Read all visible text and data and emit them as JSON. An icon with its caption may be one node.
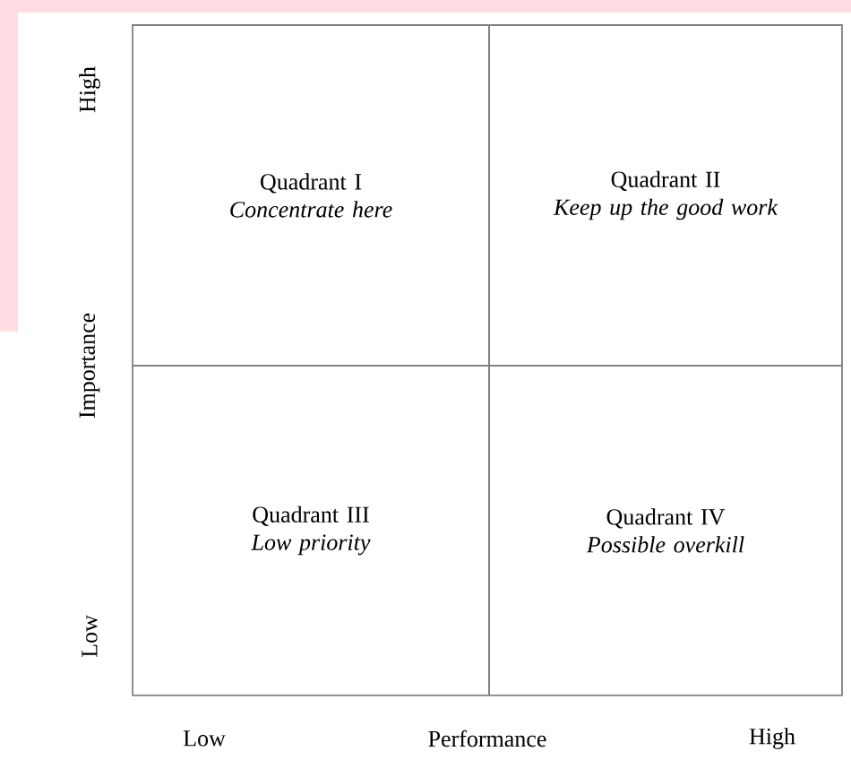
{
  "diagram": {
    "nodes": [
      {
        "text": [
          "Quadrant I",
          "Concentrate here"
        ]
      },
      {
        "text": [
          "Quadrant II",
          "Keep up the good work"
        ]
      },
      {
        "text": [
          "Quadrant III",
          "Low priority"
        ]
      },
      {
        "text": [
          "Quadrant IV",
          "Possible overkill"
        ]
      }
    ],
    "labels": [
      "High",
      "Importance",
      "Low",
      "Low",
      "Performance",
      "High"
    ]
  }
}
